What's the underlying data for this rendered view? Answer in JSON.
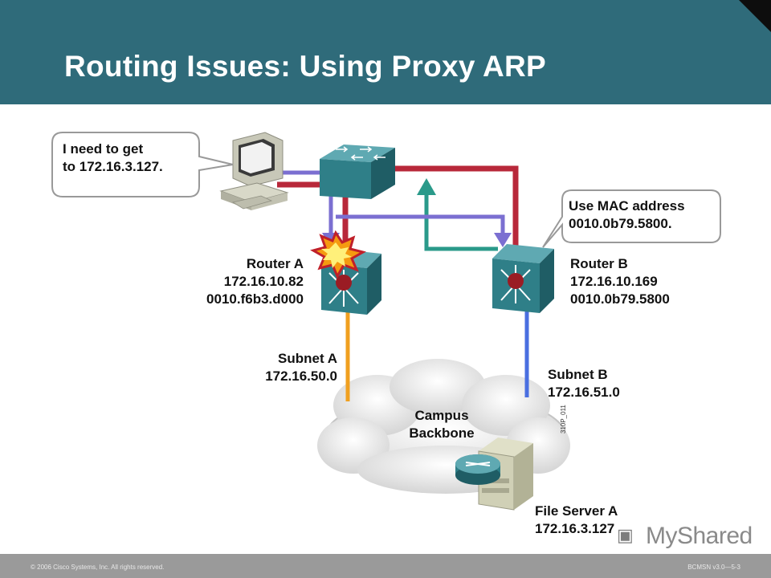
{
  "header": {
    "title": "Routing Issues: Using Proxy ARP"
  },
  "diagram": {
    "pc_bubble": {
      "line1": "I need to get",
      "line2": "to 172.16.3.127."
    },
    "mac_bubble": {
      "line1": "Use MAC address",
      "line2": "0010.0b79.5800."
    },
    "router_a": {
      "name": "Router A",
      "ip": "172.16.10.82",
      "mac": "0010.f6b3.d000"
    },
    "router_b": {
      "name": "Router B",
      "ip": "172.16.10.169",
      "mac": "0010.0b79.5800"
    },
    "subnet_a": {
      "name": "Subnet A",
      "network": "172.16.50.0"
    },
    "subnet_b": {
      "name": "Subnet B",
      "network": "172.16.51.0"
    },
    "cloud": {
      "line1": "Campus",
      "line2": "Backbone"
    },
    "file_server": {
      "name": "File Server A",
      "ip": "172.16.3.127"
    },
    "figure_id": "310P_011",
    "colors": {
      "red_link": "#b8283a",
      "arrow_purple": "#7b6fd1",
      "arrow_teal": "#2a9a8a",
      "subnet_a_link": "#f0a020",
      "subnet_b_link": "#4a6fe0",
      "device_teal": "#2f7f88"
    }
  },
  "footer": {
    "copyright": "© 2006 Cisco Systems, Inc. All rights reserved.",
    "course": "BCMSN v3.0—5-3"
  },
  "watermark": {
    "text": "MyShared",
    "icon": "presentation-icon"
  }
}
